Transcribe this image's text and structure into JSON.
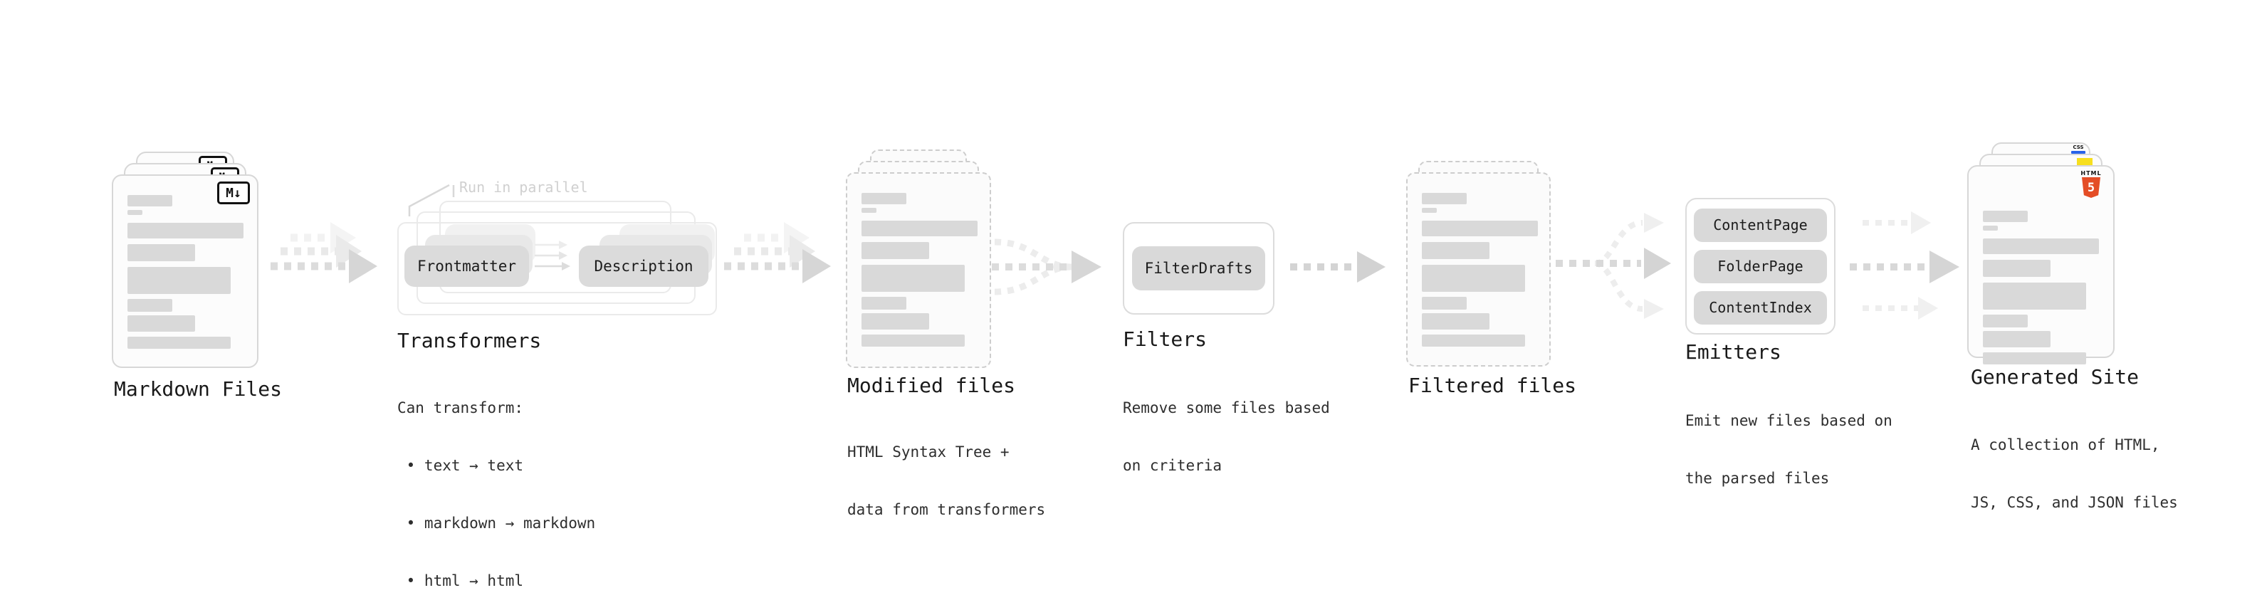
{
  "diagram": {
    "kind": "static-site-generator-pipeline",
    "background": "#ffffff"
  },
  "stages": [
    {
      "id": "markdown-files",
      "title": "Markdown Files",
      "badge": "M↓"
    },
    {
      "id": "transformers",
      "title": "Transformers",
      "note": "Run in parallel",
      "pills": [
        "Frontmatter",
        "Description"
      ],
      "desc": [
        "Can transform:",
        " • text → text",
        " • markdown → markdown",
        " • html → html"
      ]
    },
    {
      "id": "modified-files",
      "title": "Modified files",
      "desc": [
        "HTML Syntax Tree +",
        "data from transformers"
      ]
    },
    {
      "id": "filters",
      "title": "Filters",
      "pills": [
        "FilterDrafts"
      ],
      "desc": [
        "Remove some files based",
        "on criteria"
      ]
    },
    {
      "id": "filtered-files",
      "title": "Filtered files"
    },
    {
      "id": "emitters",
      "title": "Emitters",
      "pills": [
        "ContentPage",
        "FolderPage",
        "ContentIndex"
      ],
      "desc": [
        "Emit new files based on",
        "the parsed files"
      ]
    },
    {
      "id": "generated-site",
      "title": "Generated Site",
      "badges": {
        "html_word": "HTML",
        "html5_number": "5",
        "css_word": "CSS"
      },
      "desc": [
        "A collection of HTML,",
        "JS, CSS, and JSON files"
      ]
    }
  ],
  "colors": {
    "html5_orange": "#e44d26",
    "js_yellow": "#f7df1e",
    "css_blue": "#2862e9",
    "card_border": "#d7d7d7",
    "dashed_border": "#cdcdcd",
    "pill_gray": "#dbdbdb",
    "skeleton_gray": "#d9d9d9",
    "arrow_gray": "#d6d6d6",
    "title_ink": "#191919"
  }
}
